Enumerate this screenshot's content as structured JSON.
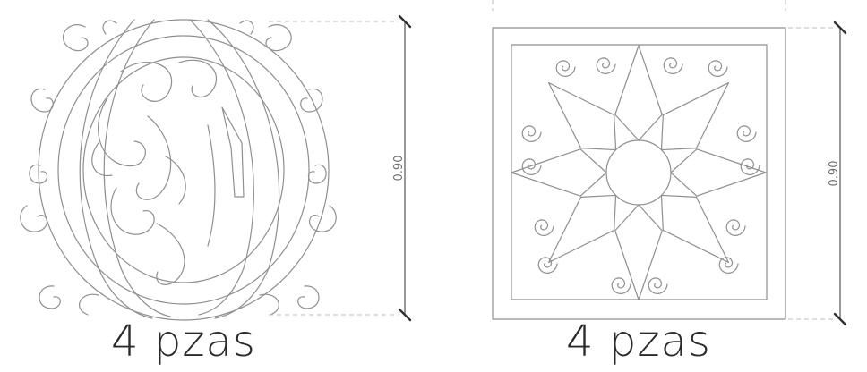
{
  "panels": [
    {
      "quantity_label": "4 pzas",
      "dimension_label": "0.90"
    },
    {
      "quantity_label": "4 pzas",
      "dimension_label": "0.90"
    }
  ]
}
